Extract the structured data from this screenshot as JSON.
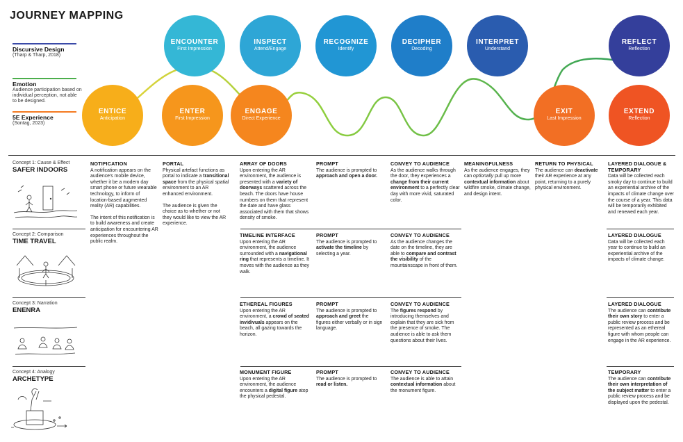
{
  "title": "JOURNEY MAPPING",
  "legend": {
    "discursive": {
      "heading": "Discursive Design",
      "sub": "(Tharp & Tharp, 2018)",
      "color": "#3a4aa8"
    },
    "emotion": {
      "heading": "Emotion",
      "sub": "Audience participation based on individual perception, not able to be designed.",
      "color": "#4cae4c"
    },
    "experience": {
      "heading": "5E Experience",
      "sub": "(Sontag, 2023)",
      "color": "#f47a20"
    }
  },
  "top_stages": [
    {
      "title": "ENCOUNTER",
      "sub": "First Impression",
      "color": "#34b7d6"
    },
    {
      "title": "INSPECT",
      "sub": "Attend/Engage",
      "color": "#2ea6d6"
    },
    {
      "title": "RECOGNIZE",
      "sub": "Identify",
      "color": "#2196d4"
    },
    {
      "title": "DECIPHER",
      "sub": "Decoding",
      "color": "#1f7ec9"
    },
    {
      "title": "INTERPRET",
      "sub": "Understand",
      "color": "#2a5caf"
    },
    {
      "title": "REFLECT",
      "sub": "Reflection",
      "color": "#343f9b"
    }
  ],
  "bottom_stages": [
    {
      "title": "ENTICE",
      "sub": "Anticipation",
      "color": "#f7ae1a"
    },
    {
      "title": "ENTER",
      "sub": "First Impression",
      "color": "#f6961c"
    },
    {
      "title": "ENGAGE",
      "sub": "Direct Experience",
      "color": "#f5861e"
    },
    {
      "title": "EXIT",
      "sub": "Last Impression",
      "color": "#f26f24"
    },
    {
      "title": "EXTEND",
      "sub": "Reflection",
      "color": "#ef5423"
    }
  ],
  "concepts": [
    {
      "label": "Concept 1: Cause & Effect",
      "name": "SAFER INDOORS"
    },
    {
      "label": "Concept 2: Comparison",
      "name": "TIME TRAVEL"
    },
    {
      "label": "Concept 3: Narration",
      "name": "ENENRA"
    },
    {
      "label": "Concept 4: Analogy",
      "name": "ARCHETYPE"
    }
  ],
  "notification": {
    "heading": "NOTIFICATION",
    "p1": "A notification appears on the audience's mobile device, whether it be a modern day smart phone or future wearable technology, to inform of location-based augmented reality (AR) capabilities.",
    "p2": "The intent of this notification is to build awareness and create anticipation for encountering AR experiences throughout the public realm."
  },
  "portal": {
    "heading": "PORTAL",
    "p1a": "Physical artefact functions as portal to indicate a ",
    "p1b": "transitional space",
    "p1c": " from the physical spatial environment to an AR enhanced environment.",
    "p2": "The audience is given the choice as to whether or not they would like to view the AR experience."
  },
  "meaningfulness": {
    "heading": "MEANINGFULNESS",
    "a": "As the audience engages, they can ",
    "b": "optionally",
    "c": " pull up more ",
    "d": "contextual information",
    "e": " about wildfire smoke, climate change, and design intent."
  },
  "return_physical": {
    "heading": "RETURN TO PHYSICAL",
    "a": "The audience can ",
    "b": "deactivate",
    "c": " their AR experience at any point, returning to a purely physical environment."
  },
  "rows": [
    {
      "engage": {
        "heading": "ARRAY OF DOORS",
        "a": "Upon entering the AR environment, the audience is presented with a ",
        "b": "variety of doorways",
        "c": " scattered across the beach. The doors have house numbers on them that represent the date and have glass associated with them that shows density of smoke."
      },
      "prompt": {
        "heading": "PROMPT",
        "a": "The audience is prompted to ",
        "b": "approach and open a door.",
        "c": ""
      },
      "convey": {
        "heading": "CONVEY TO AUDIENCE",
        "a": "As the audience walks through the door, they experiences a ",
        "b": "change from their current environment",
        "c": " to a perfectly clear day with more vivid, saturated color."
      },
      "extend": {
        "heading": "LAYERED DIALOGUE & TEMPORARY",
        "a": "Data will be collected each smoky day to continue to build an experiential archive of the impacts of climate change over the course of a year. This data will be temporarily exhibited and renewed each year.",
        "b": "",
        "c": ""
      }
    },
    {
      "engage": {
        "heading": "TIMELINE INTERFACE",
        "a": "Upon entering the AR environment, the audience surrounded with a ",
        "b": "navigational ring",
        "c": " that represents a timeline. It moves with the audience as they walk."
      },
      "prompt": {
        "heading": "PROMPT",
        "a": "The audience is prompted to ",
        "b": "activate the timeline",
        "c": " by selecting a year."
      },
      "convey": {
        "heading": "CONVEY TO AUDIENCE",
        "a": "As the audience changes the date on the timeline, they are able to ",
        "b": "compare and contrast the visibility",
        "c": " of the mountainscape in front of them."
      },
      "extend": {
        "heading": "LAYERED DIALOGUE",
        "a": "Data will be collected each year to continue to build an experiential archive of the impacts of climate change.",
        "b": "",
        "c": ""
      }
    },
    {
      "engage": {
        "heading": "ETHEREAL FIGURES",
        "a": "Upon entering the AR environment, a ",
        "b": "crowd of seated invidivuals",
        "c": " appears on the beach, all gazing towards the horizon."
      },
      "prompt": {
        "heading": "PROMPT",
        "a": "The audience is prompted to ",
        "b": "approach and greet",
        "c": " the figures either verbally or in sign language."
      },
      "convey": {
        "heading": "CONVEY TO AUDIENCE",
        "a": "The ",
        "b": "figures respond",
        "c": " by introducing themselves and explain that they are sick from the presence of smoke. The audience is able to ask them questions about their lives."
      },
      "extend": {
        "heading": "LAYERED DIALOGUE",
        "a": "The audience can ",
        "b": "contribute their own story",
        "c": " to enter a public review process and be represented as an ethereal figure with whom people can engage in the AR experience."
      }
    },
    {
      "engage": {
        "heading": "MONUMENT FIGURE",
        "a": "Upon entering the AR environment, the audience encounters a ",
        "b": "digital figure",
        "c": " atop the physical pedestal."
      },
      "prompt": {
        "heading": "PROMPT",
        "a": "The audience is prompted to ",
        "b": "read or listen.",
        "c": ""
      },
      "convey": {
        "heading": "CONVEY TO AUDIENCE",
        "a": "The audience is able to attain ",
        "b": "contextual information",
        "c": " about the monument figure."
      },
      "extend": {
        "heading": "TEMPORARY",
        "a": "The audience can ",
        "b": "contribute their own interpretation of the subject matter",
        "c": " to enter a public review process and be displayed upon the pedestal."
      }
    }
  ]
}
